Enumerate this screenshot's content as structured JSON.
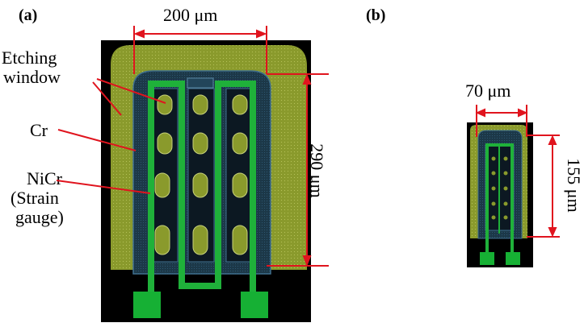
{
  "panels": {
    "a": {
      "tag": "(a)"
    },
    "b": {
      "tag": "(b)"
    }
  },
  "labels": {
    "etching_line1": "Etching",
    "etching_line2": "window",
    "cr": "Cr",
    "nicr_line1": "NiCr",
    "nicr_line2": "(Strain",
    "nicr_line3": "gauge)"
  },
  "dimensions": {
    "a_width": "200 μm",
    "a_height": "290 μm",
    "b_width": "70 μm",
    "b_height": "155 μm"
  },
  "colors": {
    "background": "#000000",
    "etching_window": "#8a9a2c",
    "cr_layer": "#1c3848",
    "cr_outline": "#3f6f8e",
    "nicr": "#1fb13a",
    "pad": "#16b034",
    "annotation": "#e0141e",
    "inner_dark": "#0c1822"
  }
}
